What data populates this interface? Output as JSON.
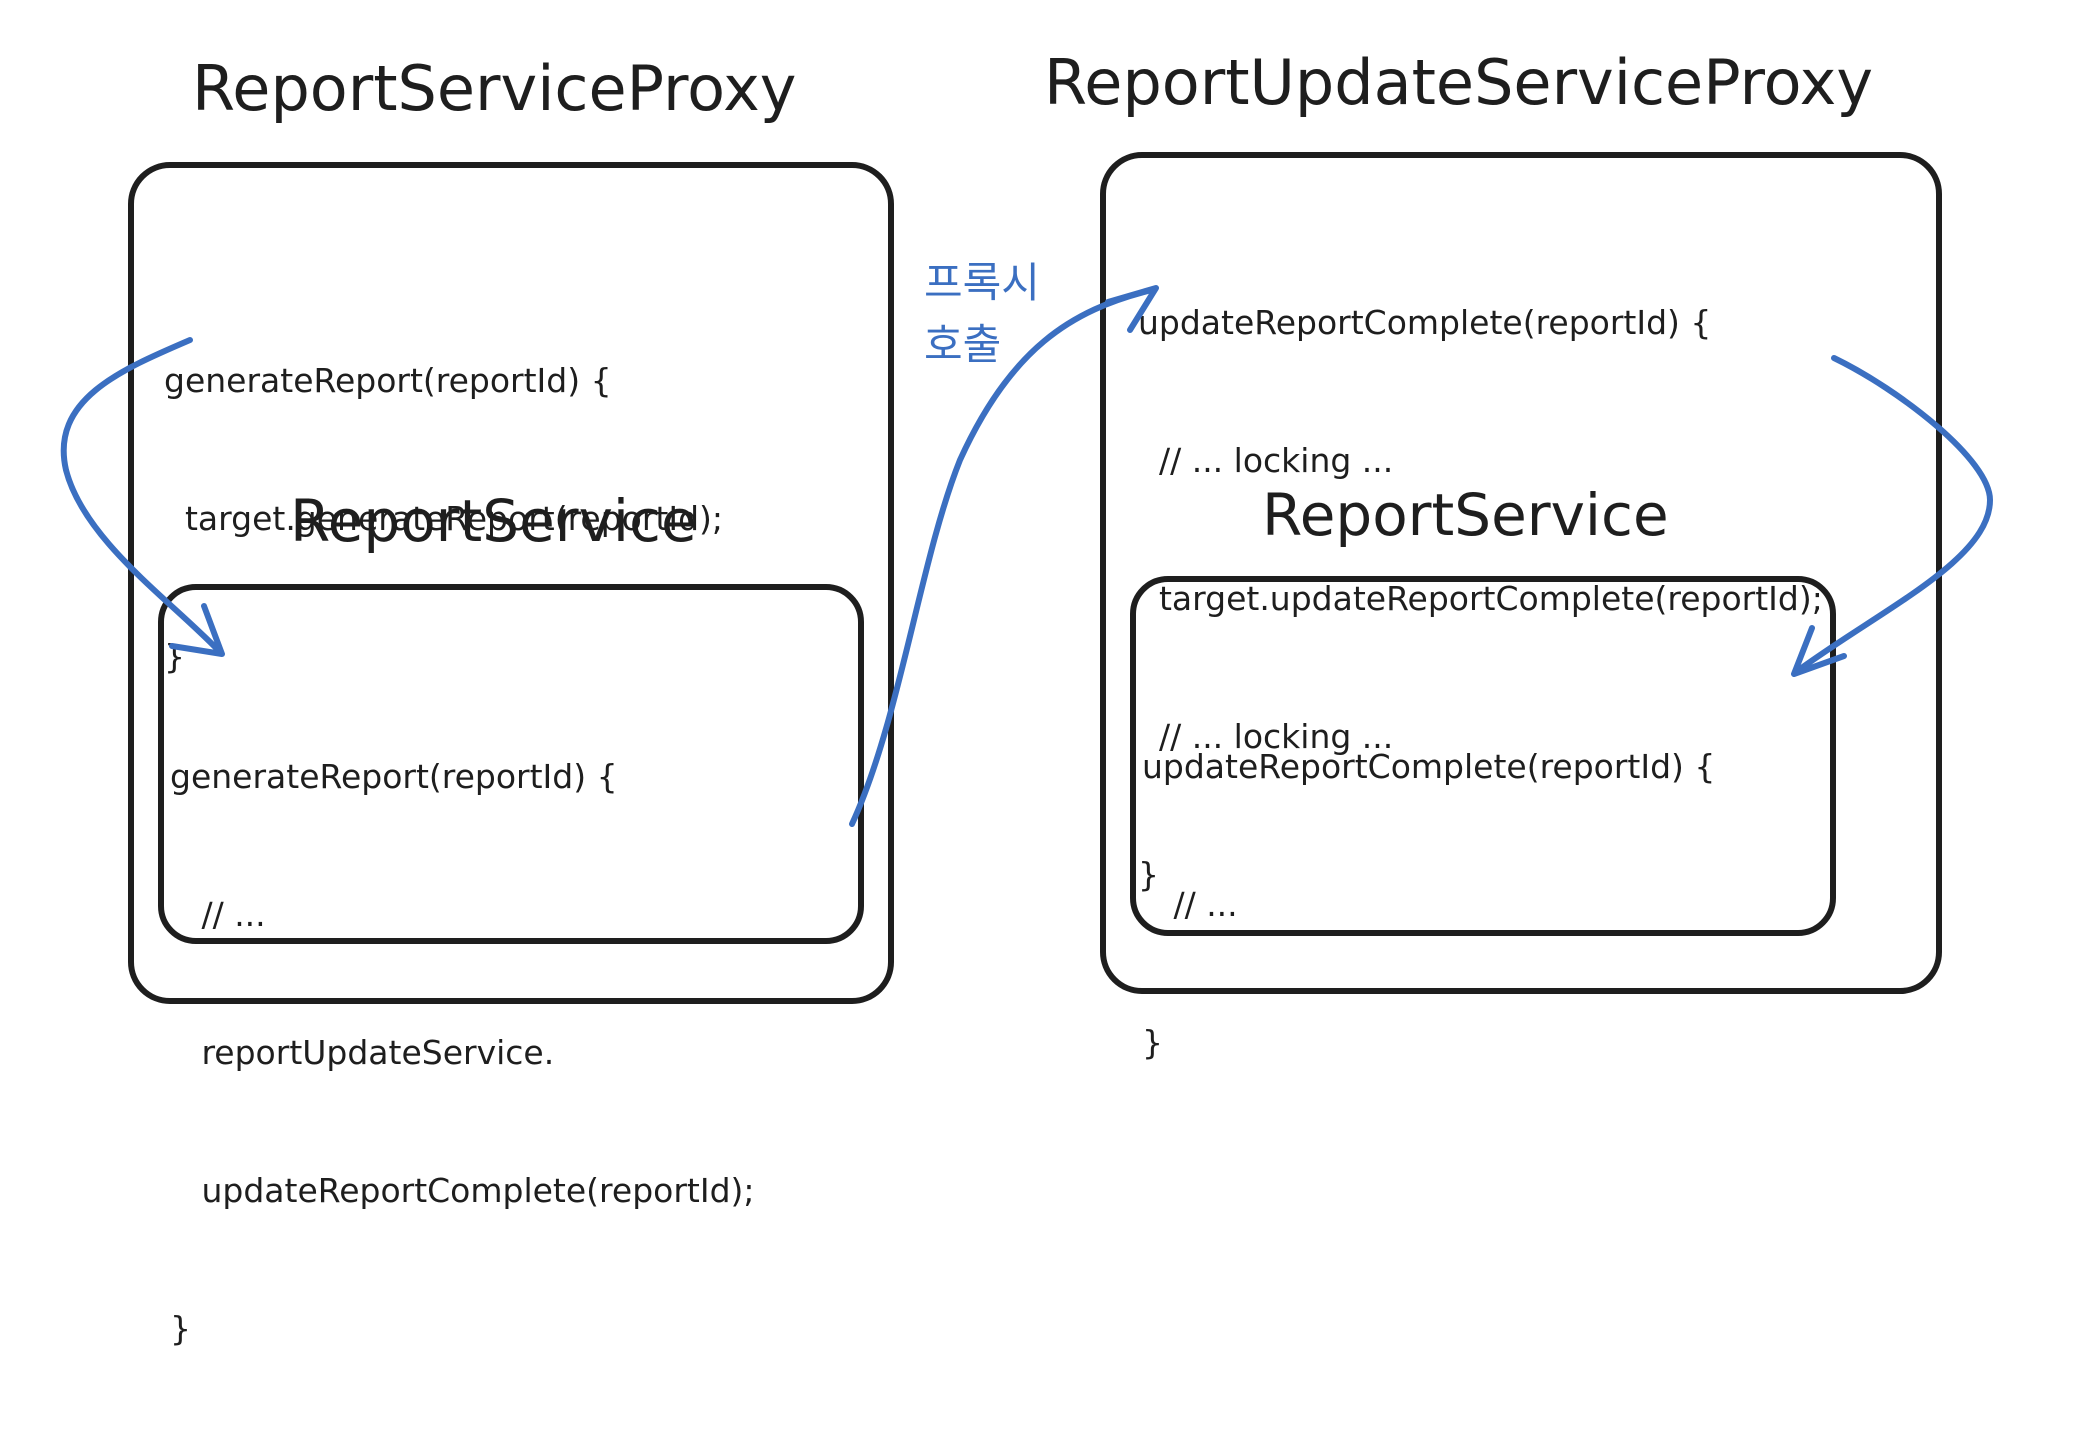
{
  "left_panel": {
    "title": "ReportServiceProxy",
    "code": [
      "generateReport(reportId) {",
      "  target.generateReport(reportId);",
      "}"
    ],
    "inner": {
      "title": "ReportService",
      "code": [
        "generateReport(reportId) {",
        "   // ...",
        "   reportUpdateService.",
        "   updateReportComplete(reportId);",
        "}"
      ]
    }
  },
  "right_panel": {
    "title": "ReportUpdateServiceProxy",
    "code": [
      "updateReportComplete(reportId) {",
      "  // ... locking ...",
      "  target.updateReportComplete(reportId);",
      "  // ... locking ...",
      "}"
    ],
    "inner": {
      "title": "ReportService",
      "code": [
        "updateReportComplete(reportId) {",
        "   // ...",
        "}"
      ]
    }
  },
  "proxy_call_label": [
    "프록시",
    "호출"
  ],
  "colors": {
    "stroke": "#1e1e1e",
    "arrow": "#3b6fc1",
    "background": "#ffffff"
  }
}
